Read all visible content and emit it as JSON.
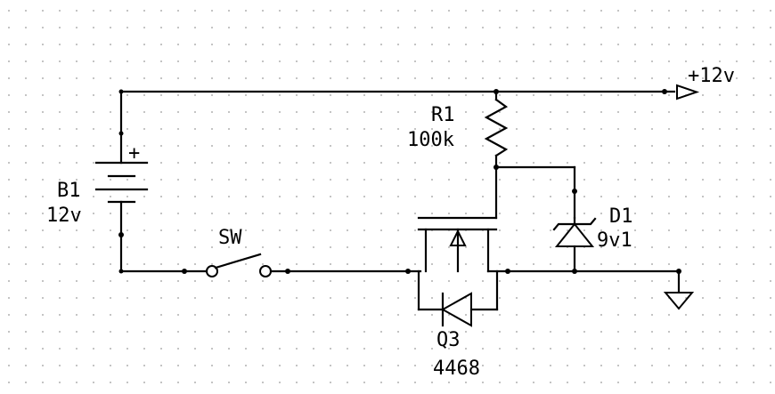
{
  "net_labels": {
    "supply": "+12v"
  },
  "battery": {
    "ref": "B1",
    "value": "12v",
    "polarity": "+"
  },
  "switch": {
    "ref": "SW"
  },
  "resistor": {
    "ref": "R1",
    "value": "100k"
  },
  "zener": {
    "ref": "D1",
    "value": "9v1"
  },
  "mosfet": {
    "ref": "Q3",
    "value": "4468"
  },
  "colors": {
    "ink": "#000000",
    "background": "#ffffff",
    "grid": "#9a9a9a"
  }
}
